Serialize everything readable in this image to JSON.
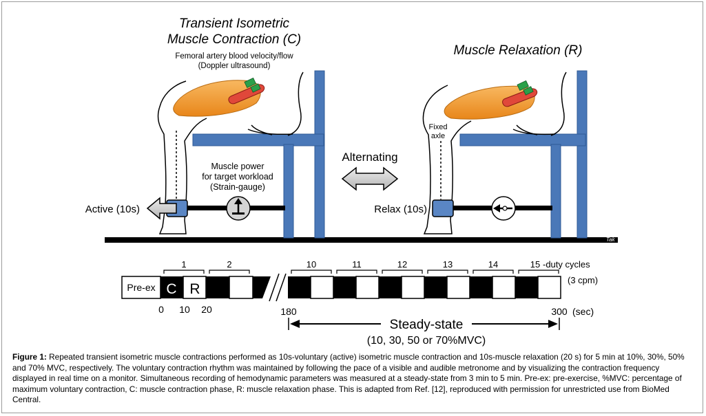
{
  "figure": {
    "left_title": [
      "Transient Isometric",
      "Muscle Contraction (C)"
    ],
    "right_title": "Muscle Relaxation (R)",
    "doppler_label": [
      "Femoral artery blood velocity/flow",
      "(Doppler ultrasound)"
    ],
    "fixed_axle_label": [
      "Fixed",
      "axle"
    ],
    "alternating_label": "Alternating",
    "muscle_power_label": [
      "Muscle power",
      "for target workload",
      "(Strain-gauge)"
    ],
    "active_label": "Active (10s)",
    "relax_label": "Relax (10s)",
    "signature": "Tak"
  },
  "timeline": {
    "pre_ex": "Pre-ex",
    "c_label": "C",
    "r_label": "R",
    "cycle_numbers": [
      "1",
      "2",
      "10",
      "11",
      "12",
      "13",
      "14",
      "15"
    ],
    "duty_cycles_label": "-duty cycles",
    "cpm_label": "(3 cpm)",
    "time_ticks": [
      "0",
      "10",
      "20",
      "180",
      "300"
    ],
    "unit_label": "(sec)",
    "steady_state_label": "Steady-state",
    "mvc_label": "(10, 30, 50 or 70%MVC)"
  },
  "caption": {
    "bold": "Figure 1:",
    "text": "Repeated transient isometric muscle contractions performed as 10s-voluntary (active) isometric muscle contraction and 10s-muscle relaxation (20 s) for 5 min at 10%, 30%, 50% and 70% MVC, respectively. The voluntary contraction rhythm was maintained by following the pace of a visible and audible metronome and by visualizing the contraction frequency displayed in real time on a monitor. Simultaneous recording of hemodynamic parameters was measured at a steady-state from 3 min to 5 min. Pre-ex: pre-exercise, %MVC: percentage of maximum voluntary contraction, C: muscle contraction phase, R: muscle relaxation phase. This is adapted from Ref. [12], reproduced with permission for unrestricted use from BioMed Central."
  },
  "colors": {
    "chair": "#4a78b8",
    "chair_stroke": "#2f5a96",
    "muscle": "#f39a2a",
    "muscle_stroke": "#b86a10",
    "artery": "#e0483a",
    "probe": "#2aa04a",
    "cuff": "#5a86c4",
    "arrow_fill": "#cfcfcf"
  }
}
